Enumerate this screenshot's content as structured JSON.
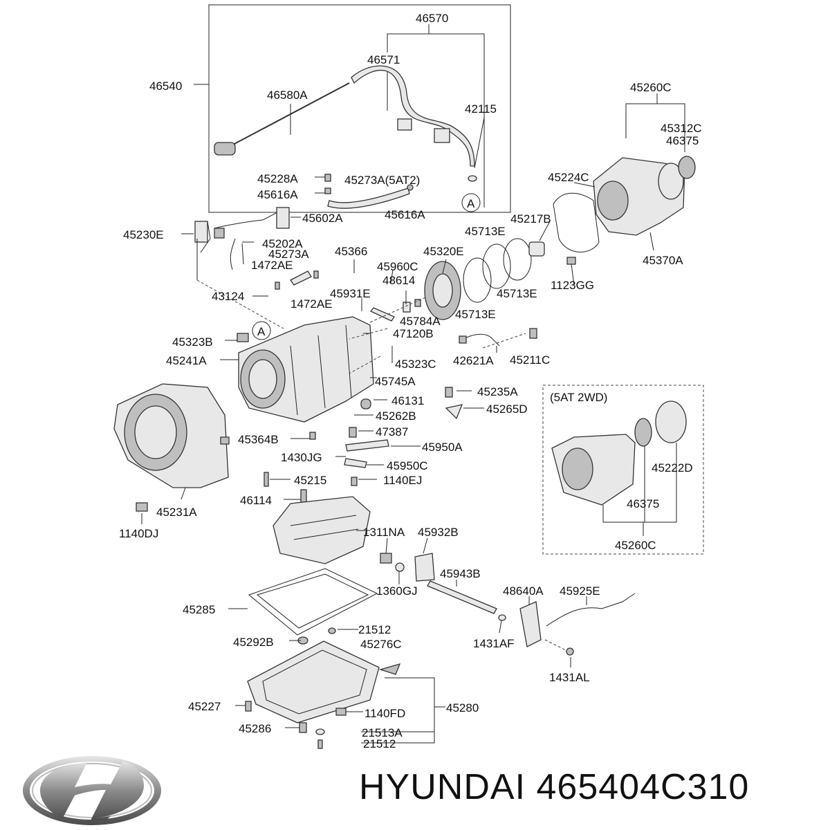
{
  "inset_title": "(5AT 2WD)",
  "brand": "HYUNDAI",
  "part_number": "465404C310",
  "circle_marker": "A",
  "labels": {
    "p46570": "46570",
    "p46540": "46540",
    "p46571": "46571",
    "p46580A": "46580A",
    "p42115": "42115",
    "p45260C_top": "45260C",
    "p45312C": "45312C",
    "p46375_top": "46375",
    "p45228A": "45228A",
    "p45273A_5AT2": "45273A(5AT2)",
    "p45616A_left": "45616A",
    "p45616A_right": "45616A",
    "p45602A": "45602A",
    "p45224C": "45224C",
    "p45230E": "45230E",
    "p45202A": "45202A",
    "p45273A": "45273A",
    "p45366": "45366",
    "p45713E_a": "45713E",
    "p45217B": "45217B",
    "p1472AE_a": "1472AE",
    "p45320E": "45320E",
    "p45960C": "45960C",
    "p45370A": "45370A",
    "p43124": "43124",
    "p1472AE_b": "1472AE",
    "p45931E": "45931E",
    "p48614": "48614",
    "p45713E_b": "45713E",
    "p1123GG": "1123GG",
    "p45713E_c": "45713E",
    "p45784A": "45784A",
    "p47120B": "47120B",
    "p45323B": "45323B",
    "p45241A": "45241A",
    "p45323C": "45323C",
    "p42621A": "42621A",
    "p45211C": "45211C",
    "p45745A": "45745A",
    "p45235A": "45235A",
    "p46131": "46131",
    "p45265D": "45265D",
    "p45262B": "45262B",
    "p47387": "47387",
    "p45364B": "45364B",
    "p45950A": "45950A",
    "p1430JG": "1430JG",
    "p45950C": "45950C",
    "p45215": "45215",
    "p1140EJ": "1140EJ",
    "p46114": "46114",
    "p45231A": "45231A",
    "p1140DJ": "1140DJ",
    "p1311NA": "1311NA",
    "p45932B": "45932B",
    "p45943B": "45943B",
    "p1360GJ": "1360GJ",
    "p48640A": "48640A",
    "p45925E": "45925E",
    "p45285": "45285",
    "p21512_a": "21512",
    "p45292B": "45292B",
    "p45276C": "45276C",
    "p1431AF": "1431AF",
    "p1431AL": "1431AL",
    "p45227": "45227",
    "p1140FD": "1140FD",
    "p45280": "45280",
    "p45286": "45286",
    "p21513A": "21513A",
    "p21512_b": "21512",
    "p45222D": "45222D",
    "p46375_inset": "46375",
    "p45260C_inset": "45260C"
  }
}
